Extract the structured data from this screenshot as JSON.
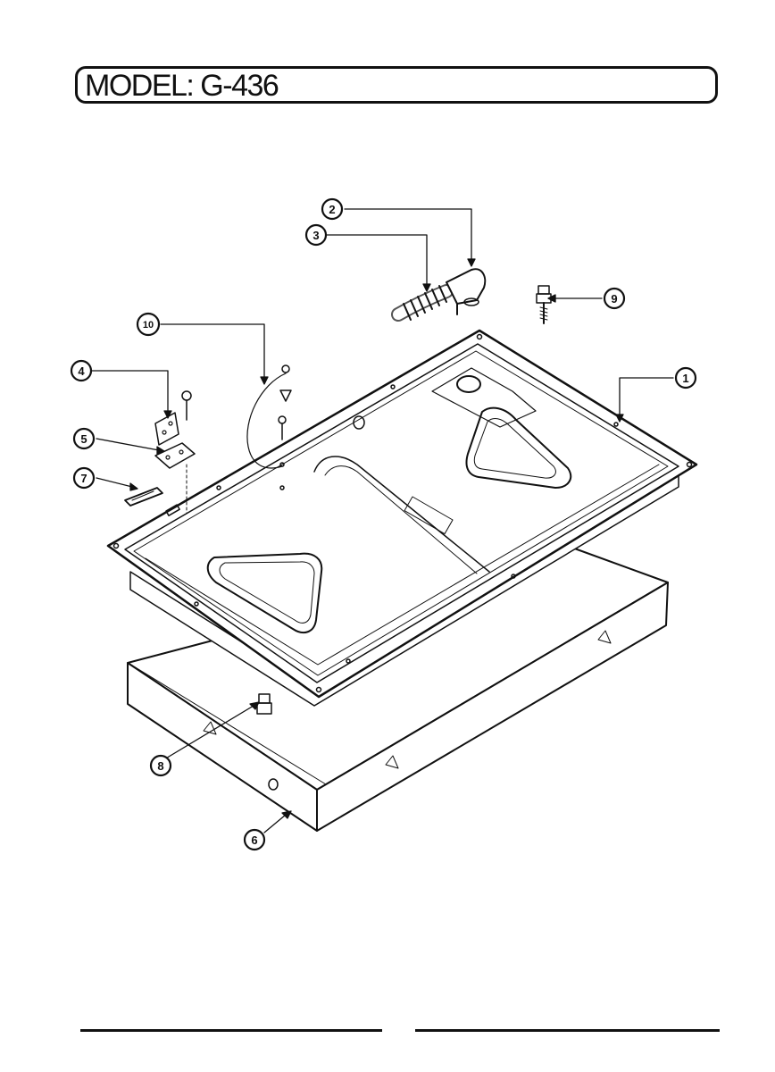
{
  "header": {
    "model_label": "MODEL: G-436"
  },
  "callouts": [
    "1",
    "2",
    "3",
    "4",
    "5",
    "6",
    "7",
    "8",
    "9",
    "10"
  ]
}
